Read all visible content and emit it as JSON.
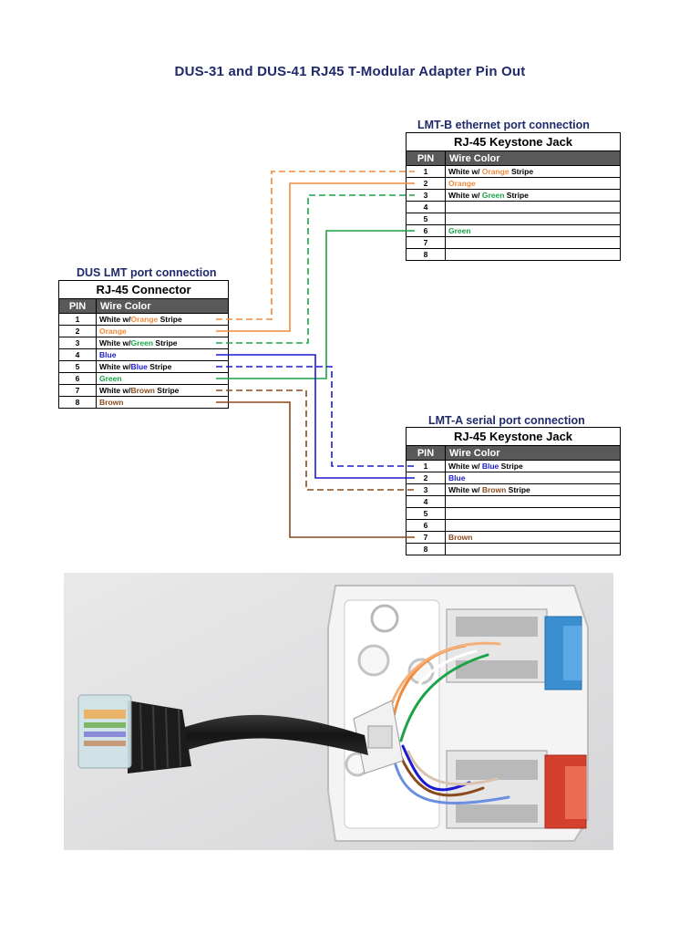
{
  "title": "DUS-31 and DUS-41 RJ45 T-Modular Adapter Pin Out",
  "colors": {
    "orange": "#f08a3c",
    "green": "#1aa447",
    "blue": "#1a1ad0",
    "brown": "#8b4a1c",
    "header": "#595959",
    "caption": "#1f2a6b"
  },
  "lmt_b": {
    "caption": "LMT-B ethernet port connection",
    "table_title": "RJ-45 Keystone Jack",
    "pin_header": "PIN",
    "color_header": "Wire Color",
    "rows": [
      {
        "pin": "1",
        "parts": [
          {
            "t": "White w/ ",
            "c": ""
          },
          {
            "t": "Orange",
            "c": "orange"
          },
          {
            "t": " Stripe",
            "c": ""
          }
        ]
      },
      {
        "pin": "2",
        "parts": [
          {
            "t": "Orange",
            "c": "orange"
          }
        ]
      },
      {
        "pin": "3",
        "parts": [
          {
            "t": "White w/ ",
            "c": ""
          },
          {
            "t": "Green",
            "c": "green"
          },
          {
            "t": " Stripe",
            "c": ""
          }
        ]
      },
      {
        "pin": "4",
        "parts": []
      },
      {
        "pin": "5",
        "parts": []
      },
      {
        "pin": "6",
        "parts": [
          {
            "t": "Green",
            "c": "green"
          }
        ]
      },
      {
        "pin": "7",
        "parts": []
      },
      {
        "pin": "8",
        "parts": []
      }
    ]
  },
  "dus": {
    "caption": "DUS LMT port connection",
    "table_title": "RJ-45 Connector",
    "pin_header": "PIN",
    "color_header": "Wire Color",
    "rows": [
      {
        "pin": "1",
        "parts": [
          {
            "t": "White w/",
            "c": ""
          },
          {
            "t": "Orange",
            "c": "orange"
          },
          {
            "t": " Stripe",
            "c": ""
          }
        ]
      },
      {
        "pin": "2",
        "parts": [
          {
            "t": "Orange",
            "c": "orange"
          }
        ]
      },
      {
        "pin": "3",
        "parts": [
          {
            "t": "White w/",
            "c": ""
          },
          {
            "t": "Green",
            "c": "green"
          },
          {
            "t": " Stripe",
            "c": ""
          }
        ]
      },
      {
        "pin": "4",
        "parts": [
          {
            "t": "Blue",
            "c": "blue"
          }
        ]
      },
      {
        "pin": "5",
        "parts": [
          {
            "t": "White w/",
            "c": ""
          },
          {
            "t": "Blue",
            "c": "blue"
          },
          {
            "t": " Stripe",
            "c": ""
          }
        ]
      },
      {
        "pin": "6",
        "parts": [
          {
            "t": "Green",
            "c": "green"
          }
        ]
      },
      {
        "pin": "7",
        "parts": [
          {
            "t": "White w/",
            "c": ""
          },
          {
            "t": "Brown",
            "c": "brown"
          },
          {
            "t": " Stripe",
            "c": ""
          }
        ]
      },
      {
        "pin": "8",
        "parts": [
          {
            "t": "Brown",
            "c": "brown"
          }
        ]
      }
    ]
  },
  "lmt_a": {
    "caption": "LMT-A serial port connection",
    "table_title": "RJ-45 Keystone Jack",
    "pin_header": "PIN",
    "color_header": "Wire Color",
    "rows": [
      {
        "pin": "1",
        "parts": [
          {
            "t": "White w/ ",
            "c": ""
          },
          {
            "t": "Blue",
            "c": "blue"
          },
          {
            "t": " Stripe",
            "c": ""
          }
        ]
      },
      {
        "pin": "2",
        "parts": [
          {
            "t": "Blue",
            "c": "blue"
          }
        ]
      },
      {
        "pin": "3",
        "parts": [
          {
            "t": "White w/ ",
            "c": ""
          },
          {
            "t": "Brown",
            "c": "brown"
          },
          {
            "t": " Stripe",
            "c": ""
          }
        ]
      },
      {
        "pin": "4",
        "parts": []
      },
      {
        "pin": "5",
        "parts": []
      },
      {
        "pin": "6",
        "parts": []
      },
      {
        "pin": "7",
        "parts": [
          {
            "t": "Brown",
            "c": "brown"
          }
        ]
      },
      {
        "pin": "8",
        "parts": []
      }
    ]
  },
  "wires": [
    {
      "from": "dus-1",
      "to": "lmt_b-1",
      "color": "orange",
      "dashed": true
    },
    {
      "from": "dus-2",
      "to": "lmt_b-2",
      "color": "orange",
      "dashed": false
    },
    {
      "from": "dus-3",
      "to": "lmt_b-3",
      "color": "green",
      "dashed": true
    },
    {
      "from": "dus-6",
      "to": "lmt_b-6",
      "color": "green",
      "dashed": false
    },
    {
      "from": "dus-4",
      "to": "lmt_a-2",
      "color": "blue",
      "dashed": false
    },
    {
      "from": "dus-5",
      "to": "lmt_a-1",
      "color": "blue",
      "dashed": true
    },
    {
      "from": "dus-7",
      "to": "lmt_a-3",
      "color": "brown",
      "dashed": true
    },
    {
      "from": "dus-8",
      "to": "lmt_a-7",
      "color": "brown",
      "dashed": false
    }
  ]
}
